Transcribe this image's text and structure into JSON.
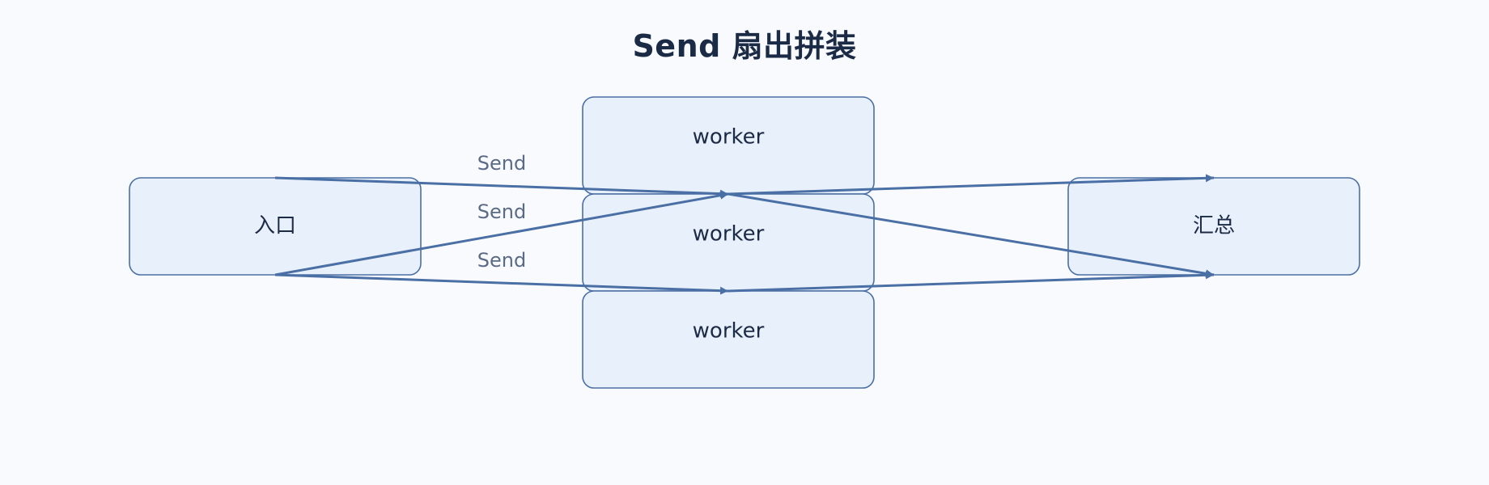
{
  "diagram": {
    "title": "Send 扇出拼装",
    "nodes": {
      "entry": {
        "label": "入口"
      },
      "worker1": {
        "label": "worker"
      },
      "worker2": {
        "label": "worker"
      },
      "worker3": {
        "label": "worker"
      },
      "summary": {
        "label": "汇总"
      }
    },
    "edges": {
      "send1": {
        "label": "Send"
      },
      "send2": {
        "label": "Send"
      },
      "send3": {
        "label": "Send"
      }
    },
    "colors": {
      "node_fill": "#e8f0fb",
      "node_stroke": "#4a6fa5",
      "edge": "#4a6fa5",
      "text": "#1c2b45",
      "edge_label": "#5b6b85",
      "background": "#f8fafe"
    }
  }
}
